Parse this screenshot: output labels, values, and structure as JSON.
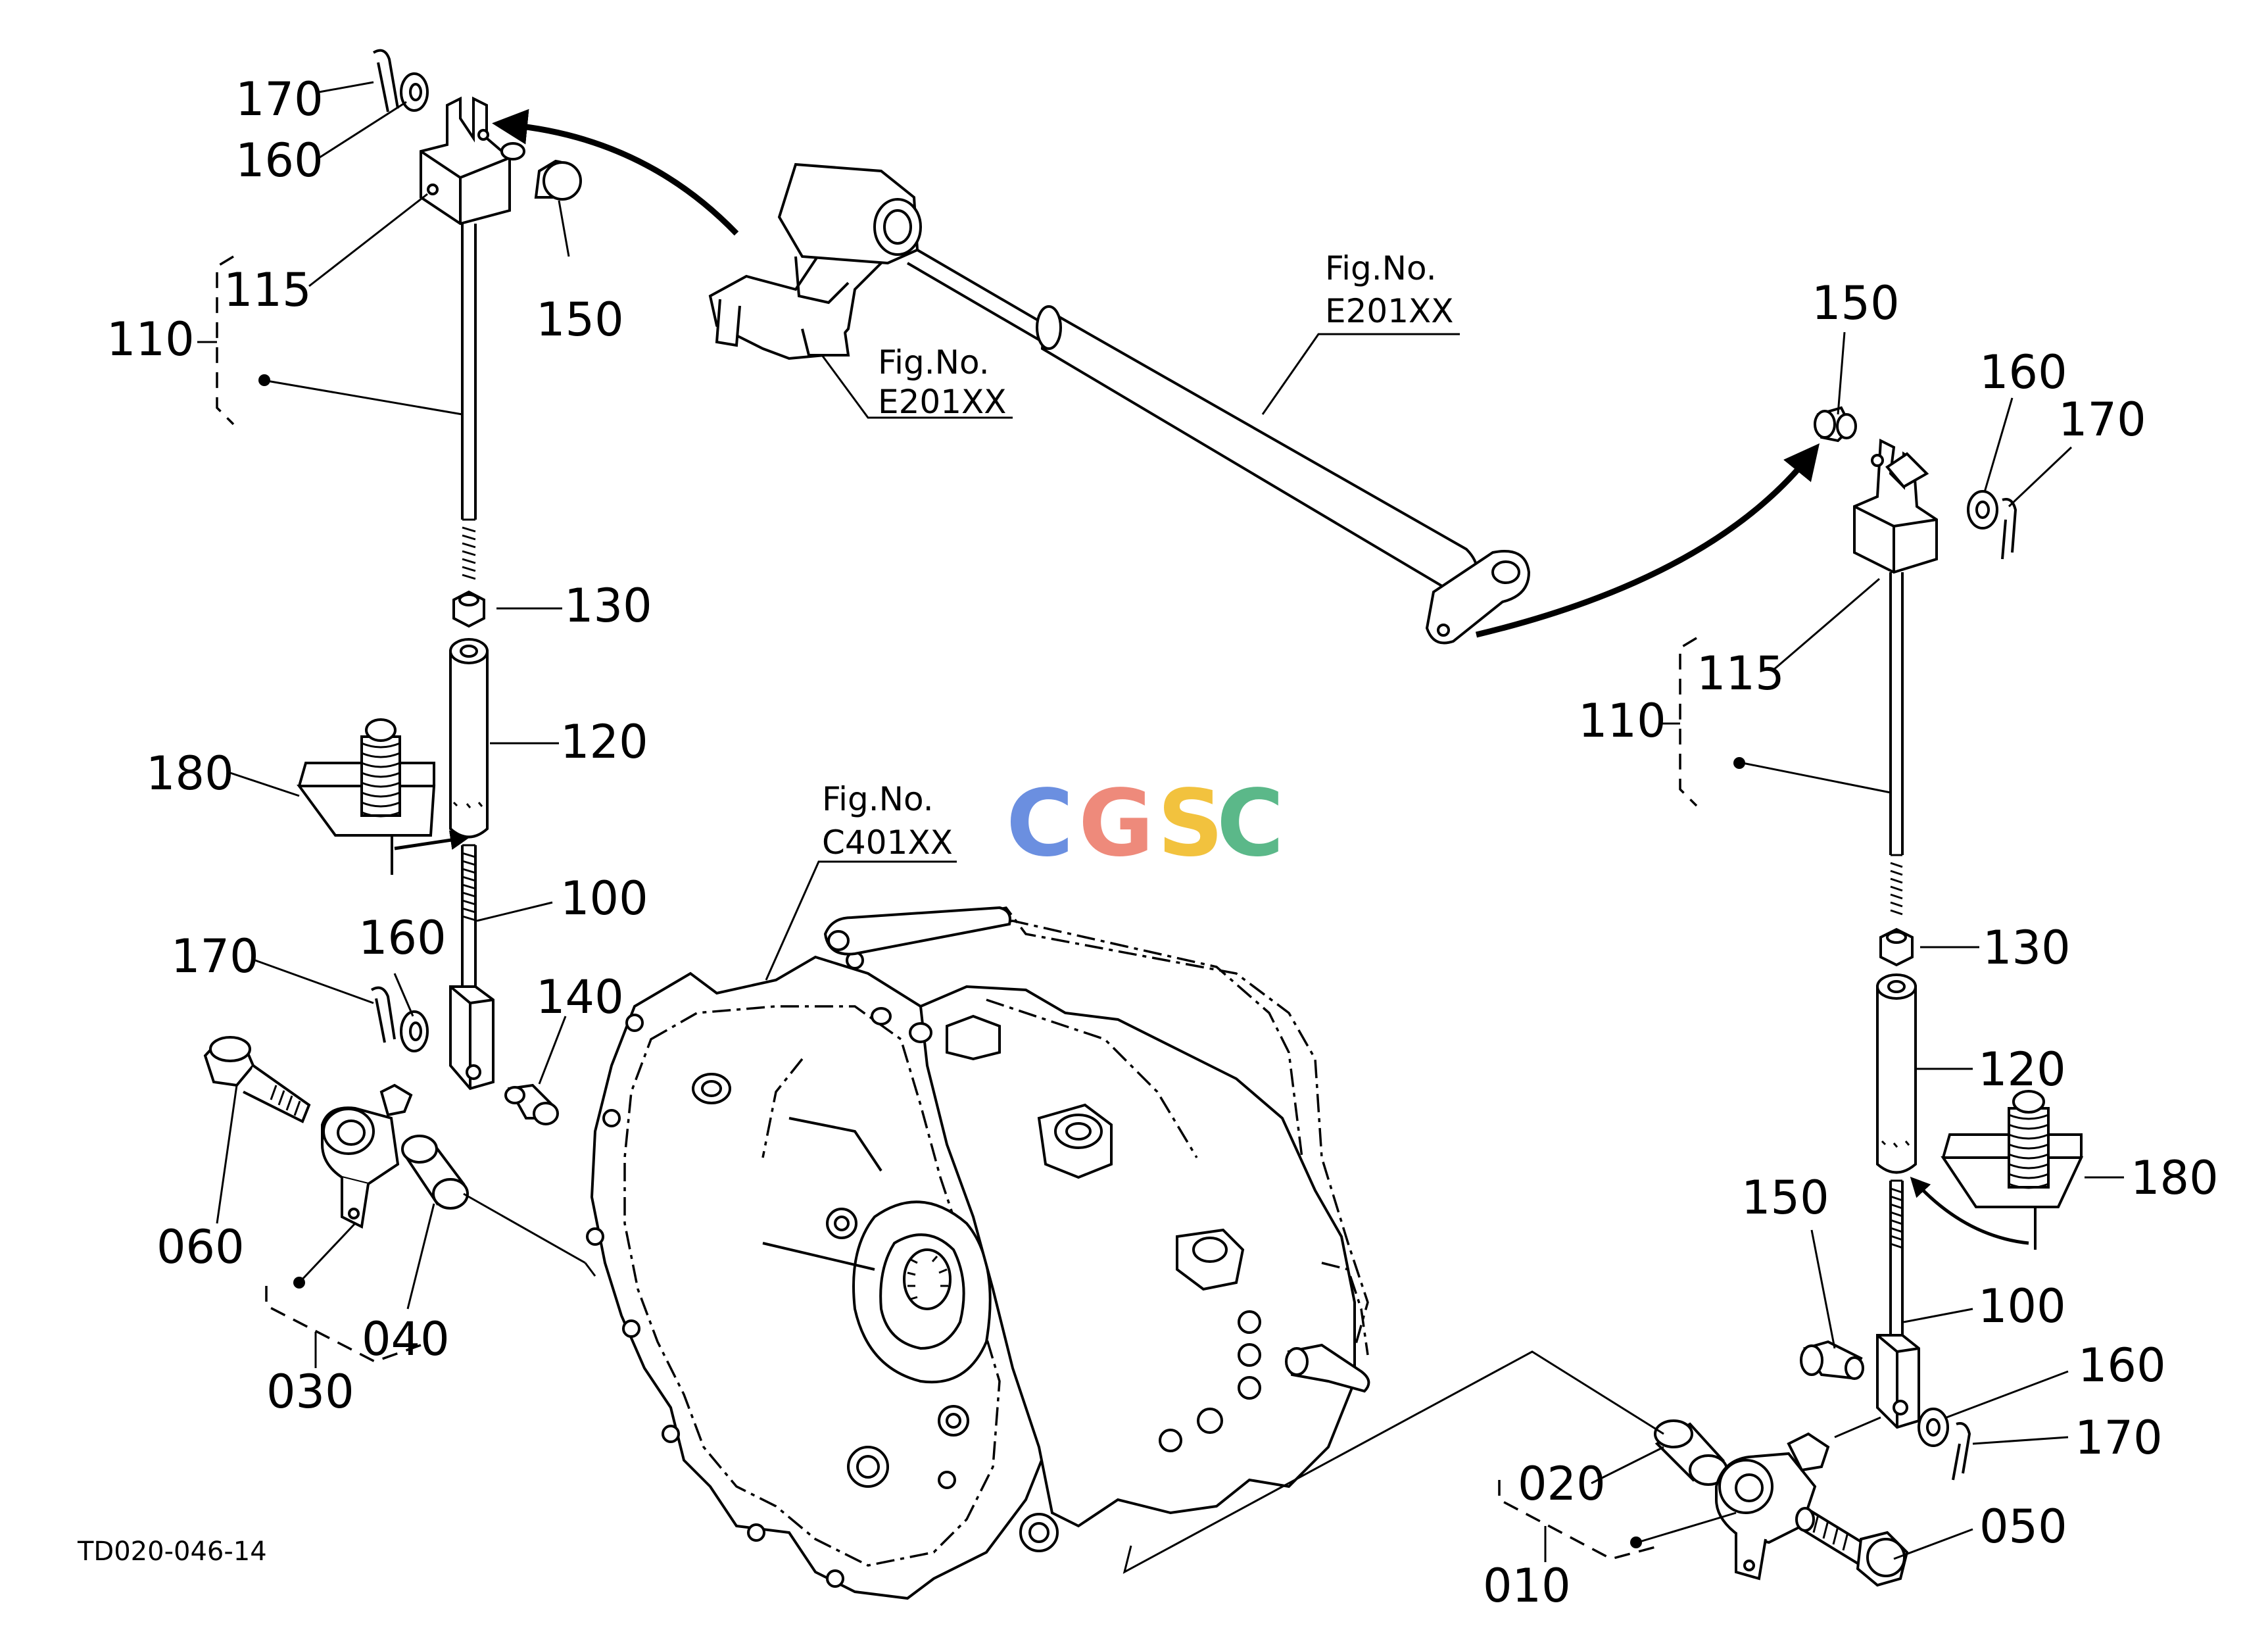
{
  "diagram": {
    "code": "TD020-046-14",
    "watermark": {
      "letters": [
        "C",
        "G",
        "S",
        "C"
      ],
      "colors": [
        "#6b8fe0",
        "#ee8a7b",
        "#f2c23e",
        "#5bb889"
      ]
    },
    "left_labels": {
      "n170a": "170",
      "n160a": "160",
      "n115": "115",
      "n110": "110",
      "n150": "150",
      "n130": "130",
      "n120": "120",
      "n180": "180",
      "n100": "100",
      "n170b": "170",
      "n160b": "160",
      "n140": "140",
      "n060": "060",
      "n040": "040",
      "n030": "030"
    },
    "right_labels": {
      "n150a": "150",
      "n160a": "160",
      "n170a": "170",
      "n115": "115",
      "n110": "110",
      "n130": "130",
      "n120": "120",
      "n180": "180",
      "n150b": "150",
      "n100": "100",
      "n160b": "160",
      "n170b": "170",
      "n020": "020",
      "n050": "050",
      "n010": "010"
    },
    "fig_refs": [
      {
        "line1": "Fig.No.",
        "line2": "E201XX"
      },
      {
        "line1": "Fig.No.",
        "line2": "E201XX"
      },
      {
        "line1": "Fig.No.",
        "line2": "C401XX"
      }
    ]
  }
}
